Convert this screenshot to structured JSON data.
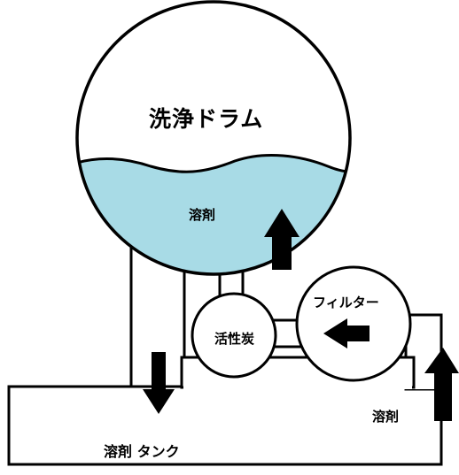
{
  "labels": {
    "drum": "洗浄ドラム",
    "drum_solvent": "溶剤",
    "activated_carbon": "活性炭",
    "filter": "フィルター",
    "tank_solvent": "溶剤",
    "tank": "溶剤 タンク"
  },
  "colors": {
    "solvent": "#a8dbe6",
    "line": "#000000",
    "background": "#ffffff"
  }
}
